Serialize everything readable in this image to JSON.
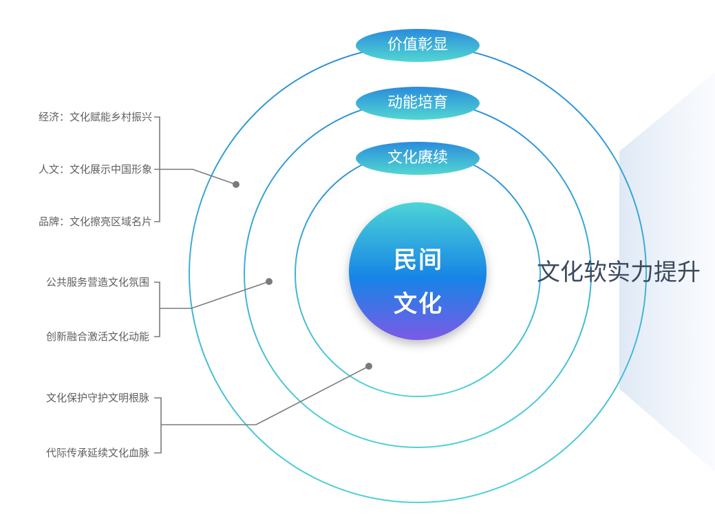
{
  "core": {
    "line1": "民间",
    "line2": "文化"
  },
  "rings": [
    {
      "label": "价值彰显"
    },
    {
      "label": "动能培育"
    },
    {
      "label": "文化赓续"
    }
  ],
  "headline": "文化软实力提升",
  "groups": [
    {
      "items": [
        "经济：文化赋能乡村振兴",
        "人文：文化展示中国形象",
        "品牌：文化擦亮区域名片"
      ]
    },
    {
      "items": [
        "公共服务营造文化氛围",
        "创新融合激活文化动能"
      ]
    },
    {
      "items": [
        "文化保护守护文明根脉",
        "代际传承延续文化血脉"
      ]
    }
  ],
  "colors": {
    "ring_outer": "#2a8fd8",
    "ring_inner": "#4fd1d6",
    "pill_top": "#2a8bdc",
    "pill_bottom": "#52d6d2",
    "core_top": "#4cd4d6",
    "core_mid": "#1784e6",
    "core_bottom": "#7b5ae6",
    "connector": "#7a7a7a",
    "label_text": "#5f5f5f",
    "headline_text": "#3c4a5e"
  }
}
